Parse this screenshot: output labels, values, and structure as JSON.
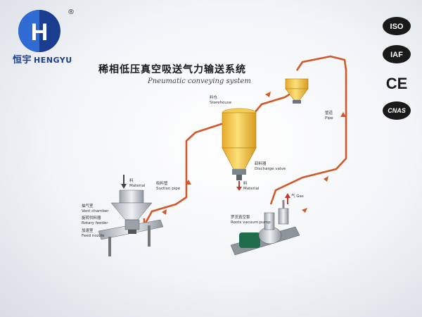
{
  "header": {
    "brand_cn": "恒宇",
    "brand_en": "HENGYU",
    "registered_mark": "®",
    "title": "稀相低压真空吸送气力输送系统",
    "subtitle": "Pneumatic conveying system"
  },
  "certifications": [
    "ISO",
    "IAF",
    "CE",
    "CNAS"
  ],
  "labels": {
    "storehouse": {
      "cn": "料仓",
      "en": "Storehouse"
    },
    "pipe": {
      "cn": "管道",
      "en": "Pipe"
    },
    "discharge_valve": {
      "cn": "卸料器",
      "en": "Discharge valve"
    },
    "material_out": {
      "cn": "料",
      "en": "Material"
    },
    "suction_pipe": {
      "cn": "吸料管",
      "en": "Suction pipe"
    },
    "material_in": {
      "cn": "料",
      "en": "Material"
    },
    "vent_chamber": {
      "cn": "抽气室",
      "en": "Vent chamber"
    },
    "rotary_feeder": {
      "cn": "旋转供料器",
      "en": "Rotary feeder"
    },
    "feed_nozzle": {
      "cn": "加速室",
      "en": "Feed nozzle"
    },
    "gas": {
      "cn": "气",
      "en": "Gas"
    },
    "roots_pump": {
      "cn": "罗茨真空泵",
      "en": "Roots vacuum pump"
    }
  },
  "colors": {
    "pipe": "#d4572a",
    "brand_blue": "#1b3d8f",
    "silo": "#f7c948",
    "machine": "#c7cdd3"
  }
}
